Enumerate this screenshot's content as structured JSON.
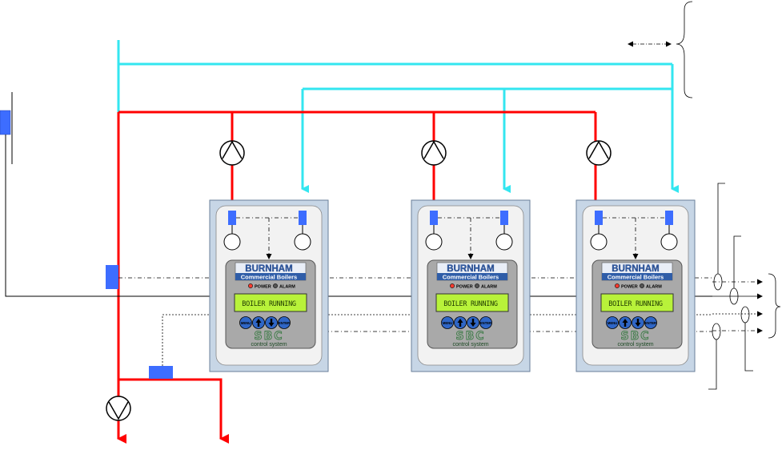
{
  "colors": {
    "supply_red": "#ff0000",
    "return_cyan": "#33e6f0",
    "sensor_blue": "#3d6dff",
    "panel_outer": "#c7d6e6",
    "panel_inner": "#f2f2f2",
    "controller_grey": "#a9a9a9",
    "lcd_green": "#b8f23a",
    "button_blue": "#2f66c6",
    "sbc_green": "#3b7a45",
    "brand_blue": "#2f5da8",
    "power_led": "#ff3b2f",
    "alarm_led": "#555555"
  },
  "boilers": [
    {
      "brand": "BURNHAM",
      "subtitle": "Commercial Boilers",
      "power_label": "POWER",
      "alarm_label": "ALARM",
      "status": "BOILER RUNNING",
      "btn_menu": "MENU",
      "btn_enter": "ENTER",
      "logo": "SBC",
      "logo_sub": "control system"
    },
    {
      "brand": "BURNHAM",
      "subtitle": "Commercial Boilers",
      "power_label": "POWER",
      "alarm_label": "ALARM",
      "status": "BOILER RUNNING",
      "btn_menu": "MENU",
      "btn_enter": "ENTER",
      "logo": "SBC",
      "logo_sub": "control system"
    },
    {
      "brand": "BURNHAM",
      "subtitle": "Commercial Boilers",
      "power_label": "POWER",
      "alarm_label": "ALARM",
      "status": "BOILER RUNNING",
      "btn_menu": "MENU",
      "btn_enter": "ENTER",
      "logo": "SBC",
      "logo_sub": "control system"
    }
  ],
  "icons": {
    "boiler_pump": "pump-triangle-up-icon",
    "system_pump": "pump-triangle-down-icon",
    "sensor": "temperature-sensor-icon",
    "current_sensor": "current-sensor-ring-icon",
    "brace": "curly-brace-icon"
  }
}
